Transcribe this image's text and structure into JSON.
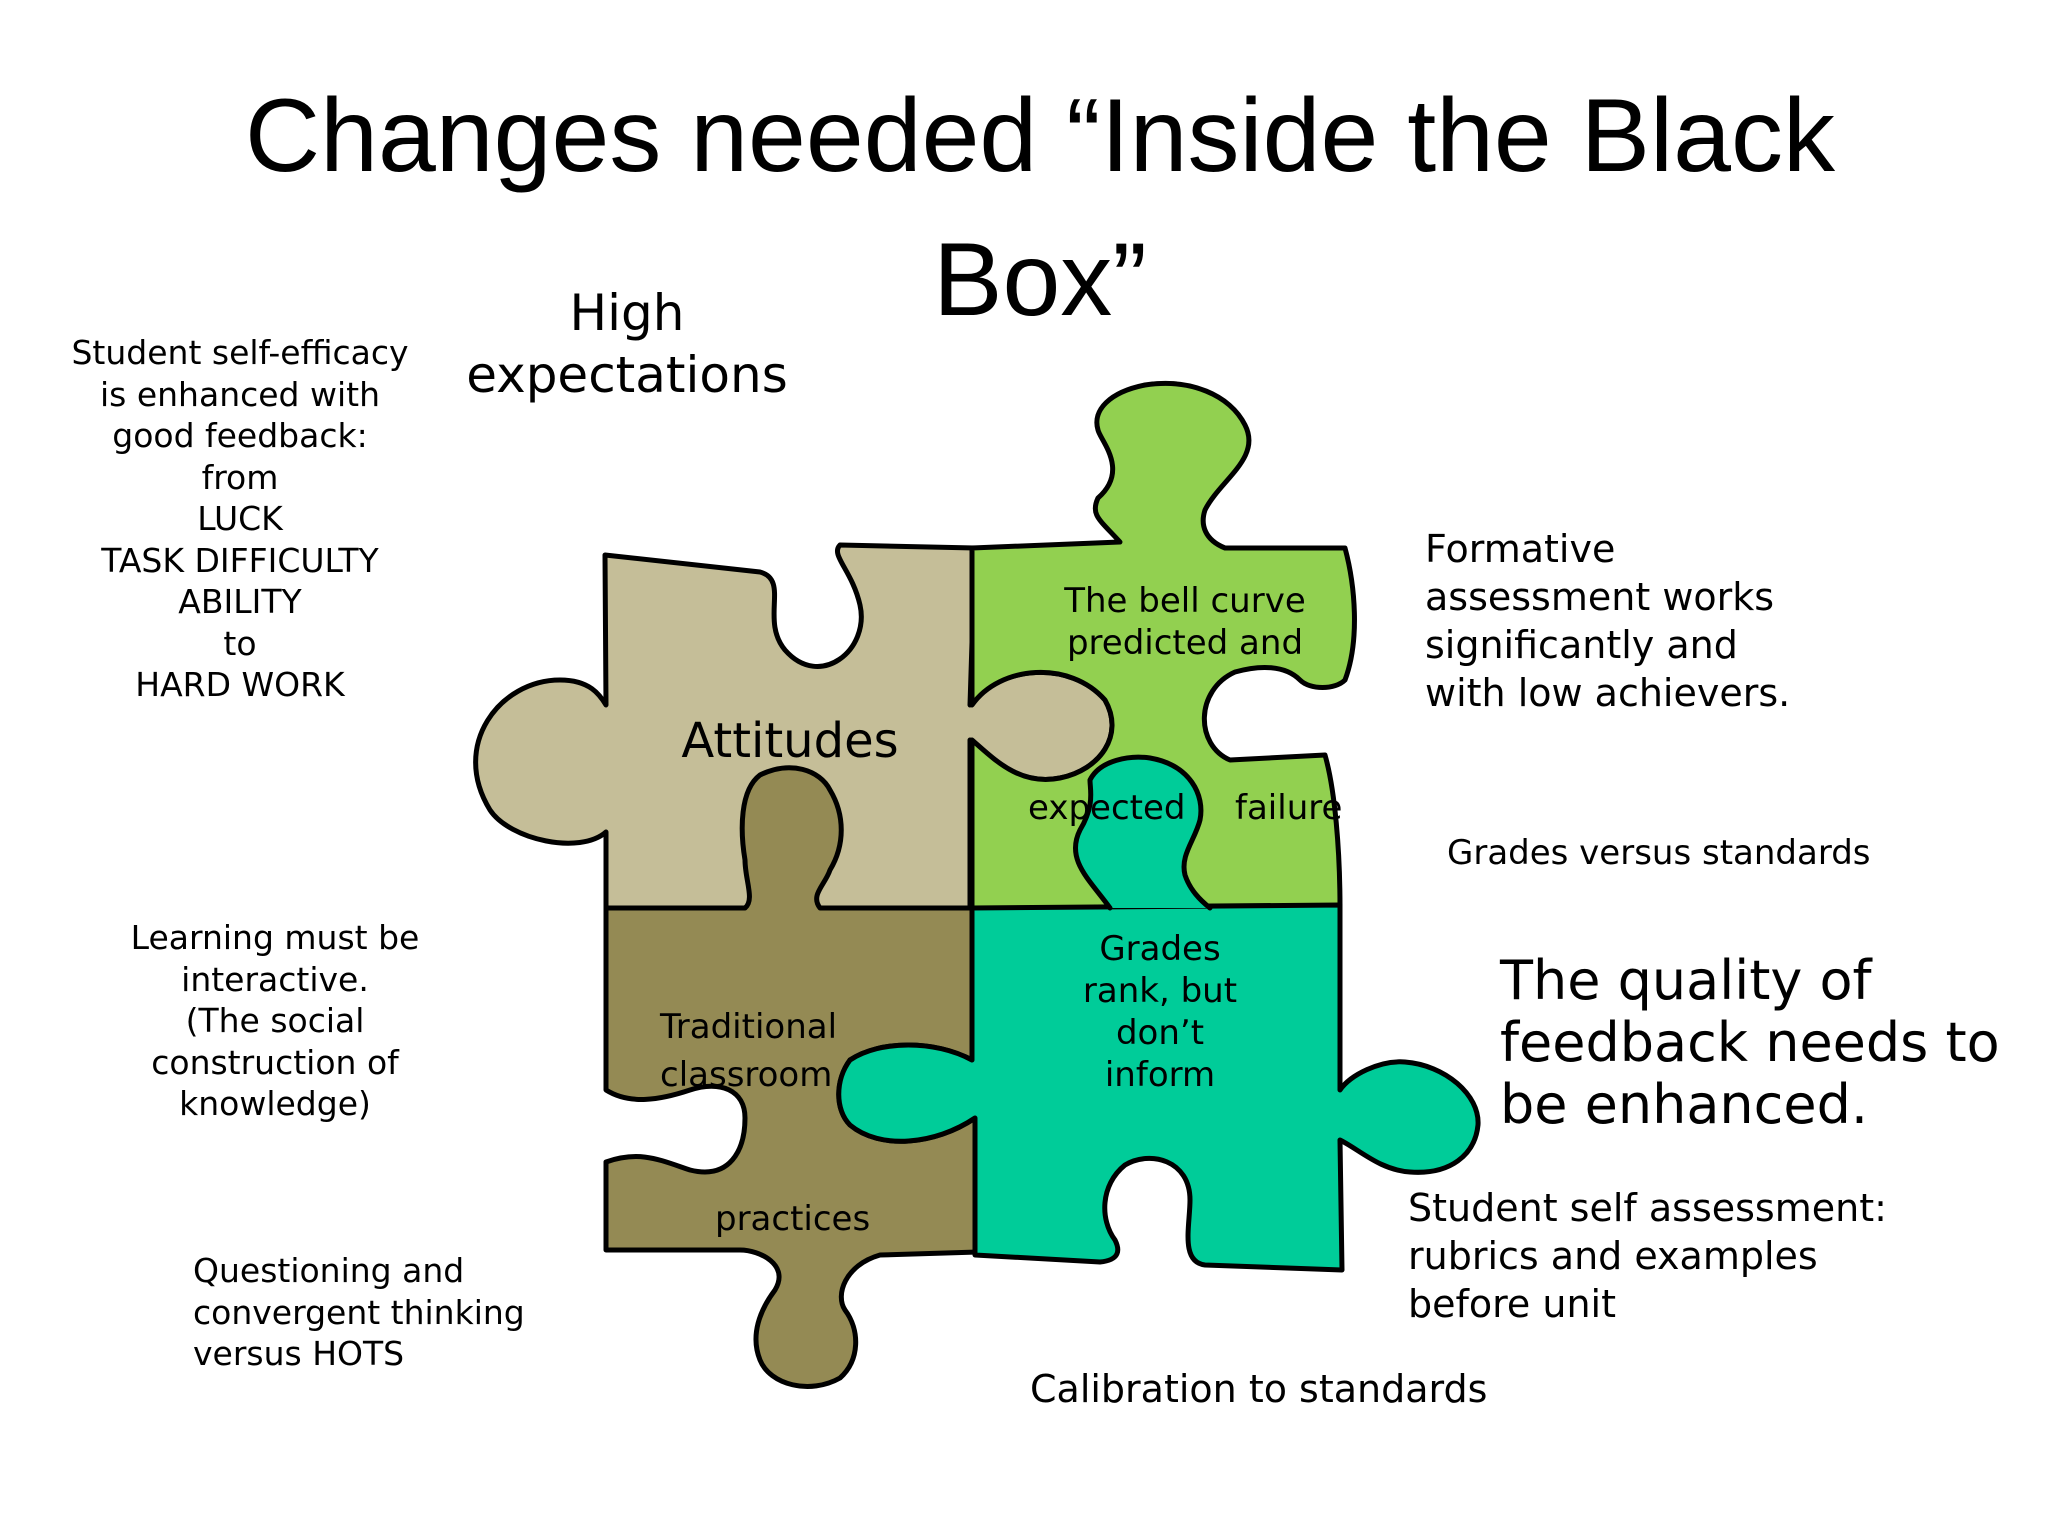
{
  "title": "Changes needed “Inside the Black Box”",
  "high_expectations": [
    "High",
    "expectations"
  ],
  "left_notes": {
    "self_efficacy": [
      "Student self-efficacy",
      "is enhanced with",
      "good feedback:",
      "from",
      "LUCK",
      "TASK DIFFICULTY",
      "ABILITY",
      "to",
      "HARD WORK"
    ],
    "interactive": [
      "Learning must be",
      "interactive.",
      "(The social",
      "construction of",
      "knowledge)"
    ],
    "questioning": [
      "Questioning and",
      "convergent thinking",
      "versus HOTS"
    ]
  },
  "right_notes": {
    "formative": [
      "Formative",
      "assessment works",
      "significantly and",
      "with low achievers."
    ],
    "grades_vs_standards": "Grades versus standards",
    "quality": [
      "The quality of",
      "feedback needs to",
      "be enhanced."
    ],
    "self_assessment": [
      "Student self assessment:",
      "rubrics and examples",
      "before unit"
    ],
    "calibration": "Calibration to standards"
  },
  "pieces": {
    "attitudes": {
      "label": "Attitudes",
      "color": "#C5BE98"
    },
    "bell_curve": {
      "label_top": [
        "The bell curve",
        "predicted and"
      ],
      "label_expected": "expected",
      "label_failure": "failure",
      "color": "#92D050"
    },
    "traditional": {
      "label_top": [
        "Traditional",
        "classroom"
      ],
      "label_bottom": "practices",
      "color": "#948A54"
    },
    "grades": {
      "label": [
        "Grades",
        "rank, but",
        "don’t",
        "inform"
      ],
      "color": "#00CC99"
    }
  },
  "colors": {
    "outline": "#000000",
    "background": "#FFFFFF"
  }
}
